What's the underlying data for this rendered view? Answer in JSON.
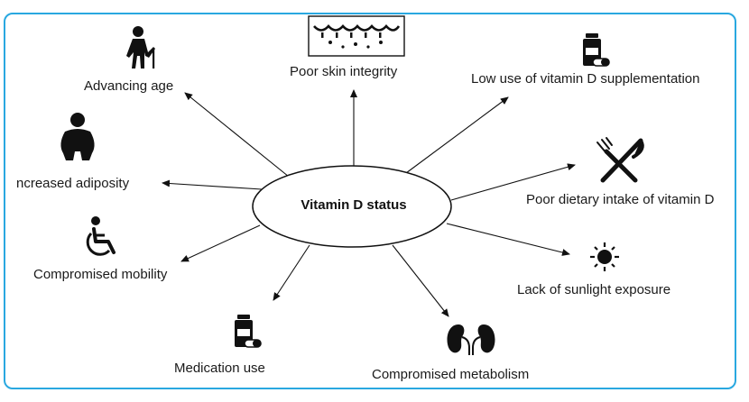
{
  "center": {
    "label": "Vitamin D status"
  },
  "factors": {
    "advancing_age": "Advancing age",
    "skin": "Poor skin integrity",
    "supplementation": "Low use of vitamin D supplementation",
    "adiposity": "ncreased adiposity",
    "dietary": "Poor dietary intake of vitamin D",
    "mobility": "Compromised mobility",
    "sunlight": "Lack of sunlight exposure",
    "medication": "Medication use",
    "metabolism": "Compromised metabolism"
  },
  "colors": {
    "frame": "#29a8e0",
    "ink": "#111111"
  }
}
